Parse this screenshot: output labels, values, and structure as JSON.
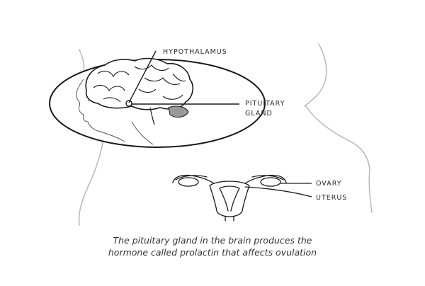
{
  "labels": {
    "hypothalamus": "HYPOTHALAMUS",
    "pituitary_line1": "PITUITARY",
    "pituitary_line2": "GLAND",
    "ovary": "OVARY",
    "uterus": "UTERUS"
  },
  "caption": {
    "line1": "The pituitary gland in the brain produces the",
    "line2": "hormone called prolactin that affects ovulation"
  },
  "colors": {
    "outline": "#b9b9b9",
    "line": "#1a1a1a",
    "text": "#2b2b2b"
  }
}
